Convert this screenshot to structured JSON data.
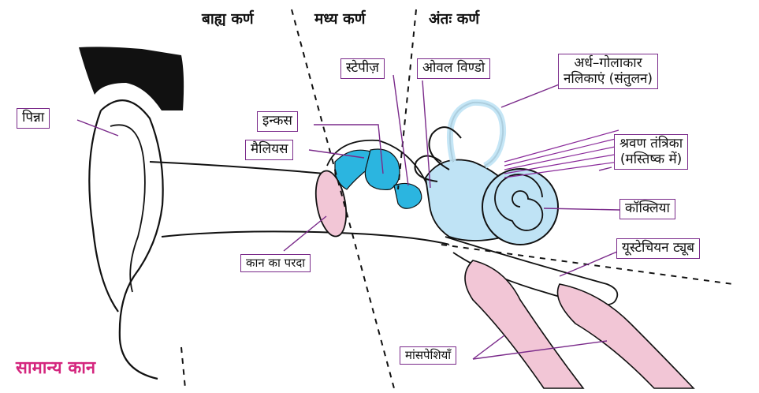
{
  "sections": {
    "outer": "बाह्य कर्ण",
    "middle": "मध्य कर्ण",
    "inner": "अंतः कर्ण"
  },
  "labels": {
    "pinna": "पिन्ना",
    "incus": "इन्कस",
    "malleus": "मैलियस",
    "stapes": "स्टेपीज़",
    "oval_window": "ओवल विण्डो",
    "semicircular_line1": "अर्ध–गोलाकार",
    "semicircular_line2": "नलिकाएं (संतुलन)",
    "auditory_nerve_line1": "श्रवण तंत्रिका",
    "auditory_nerve_line2": "(मस्तिष्क में)",
    "cochlea": "कॉक्लिया",
    "eustachian_tube": "यूस्टेचियन ट्यूब",
    "eardrum": "कान का परदा",
    "muscles": "मांसपेशियाँ"
  },
  "caption": "सामान्य कान",
  "colors": {
    "label_border": "#7a2a8a",
    "ossicles": "#2bb5e0",
    "inner_ear": "#bfe3f5",
    "muscle": "#f2c6d6",
    "nerve": "#8a2a9a",
    "caption": "#d4267e"
  }
}
